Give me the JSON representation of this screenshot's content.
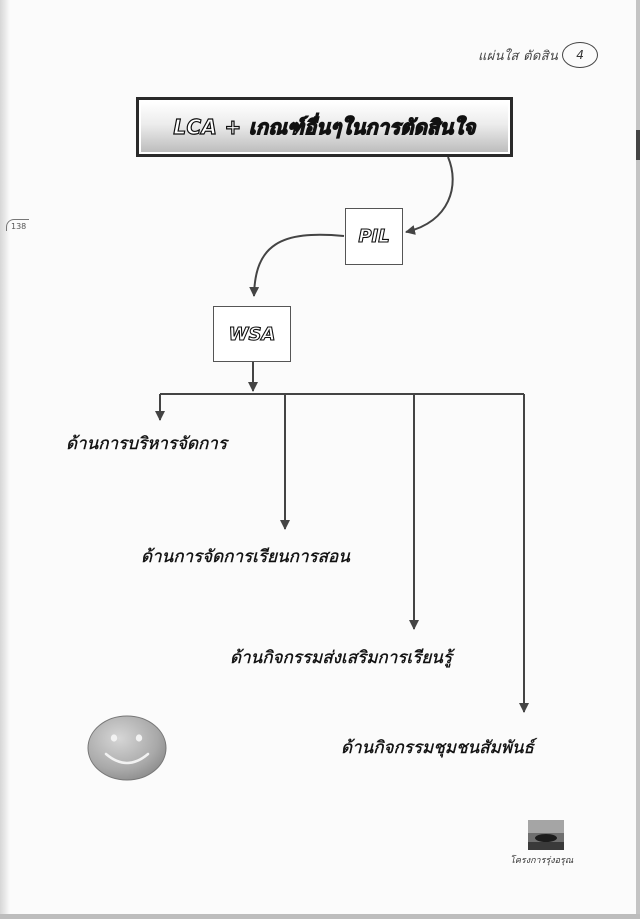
{
  "header": {
    "label": "แผ่นใส ตัดสิน",
    "number": "4"
  },
  "page_number": "138",
  "title": "LCA + เกณฑ์อื่นๆในการตัดสินใจ",
  "nodes": {
    "pil": "PIL",
    "wsa": "WSA"
  },
  "branches": [
    {
      "label": "ด้านการบริหารจัดการ"
    },
    {
      "label": "ด้านการจัดการเรียนการสอน"
    },
    {
      "label": "ด้านกิจกรรมส่งเสริมการเรียนรู้"
    },
    {
      "label": "ด้านกิจกรรมชุมชนสัมพันธ์"
    }
  ],
  "decorations": {
    "smiley": "smiley-face-icon",
    "logo": "project-logo-icon"
  },
  "logo_caption": "โครงการรุ่งอรุณ",
  "colors": {
    "ink": "#1a1a1a",
    "paper": "#fbfbfb",
    "arrow": "#444444",
    "smiley_fill": "#a9a9a9"
  }
}
